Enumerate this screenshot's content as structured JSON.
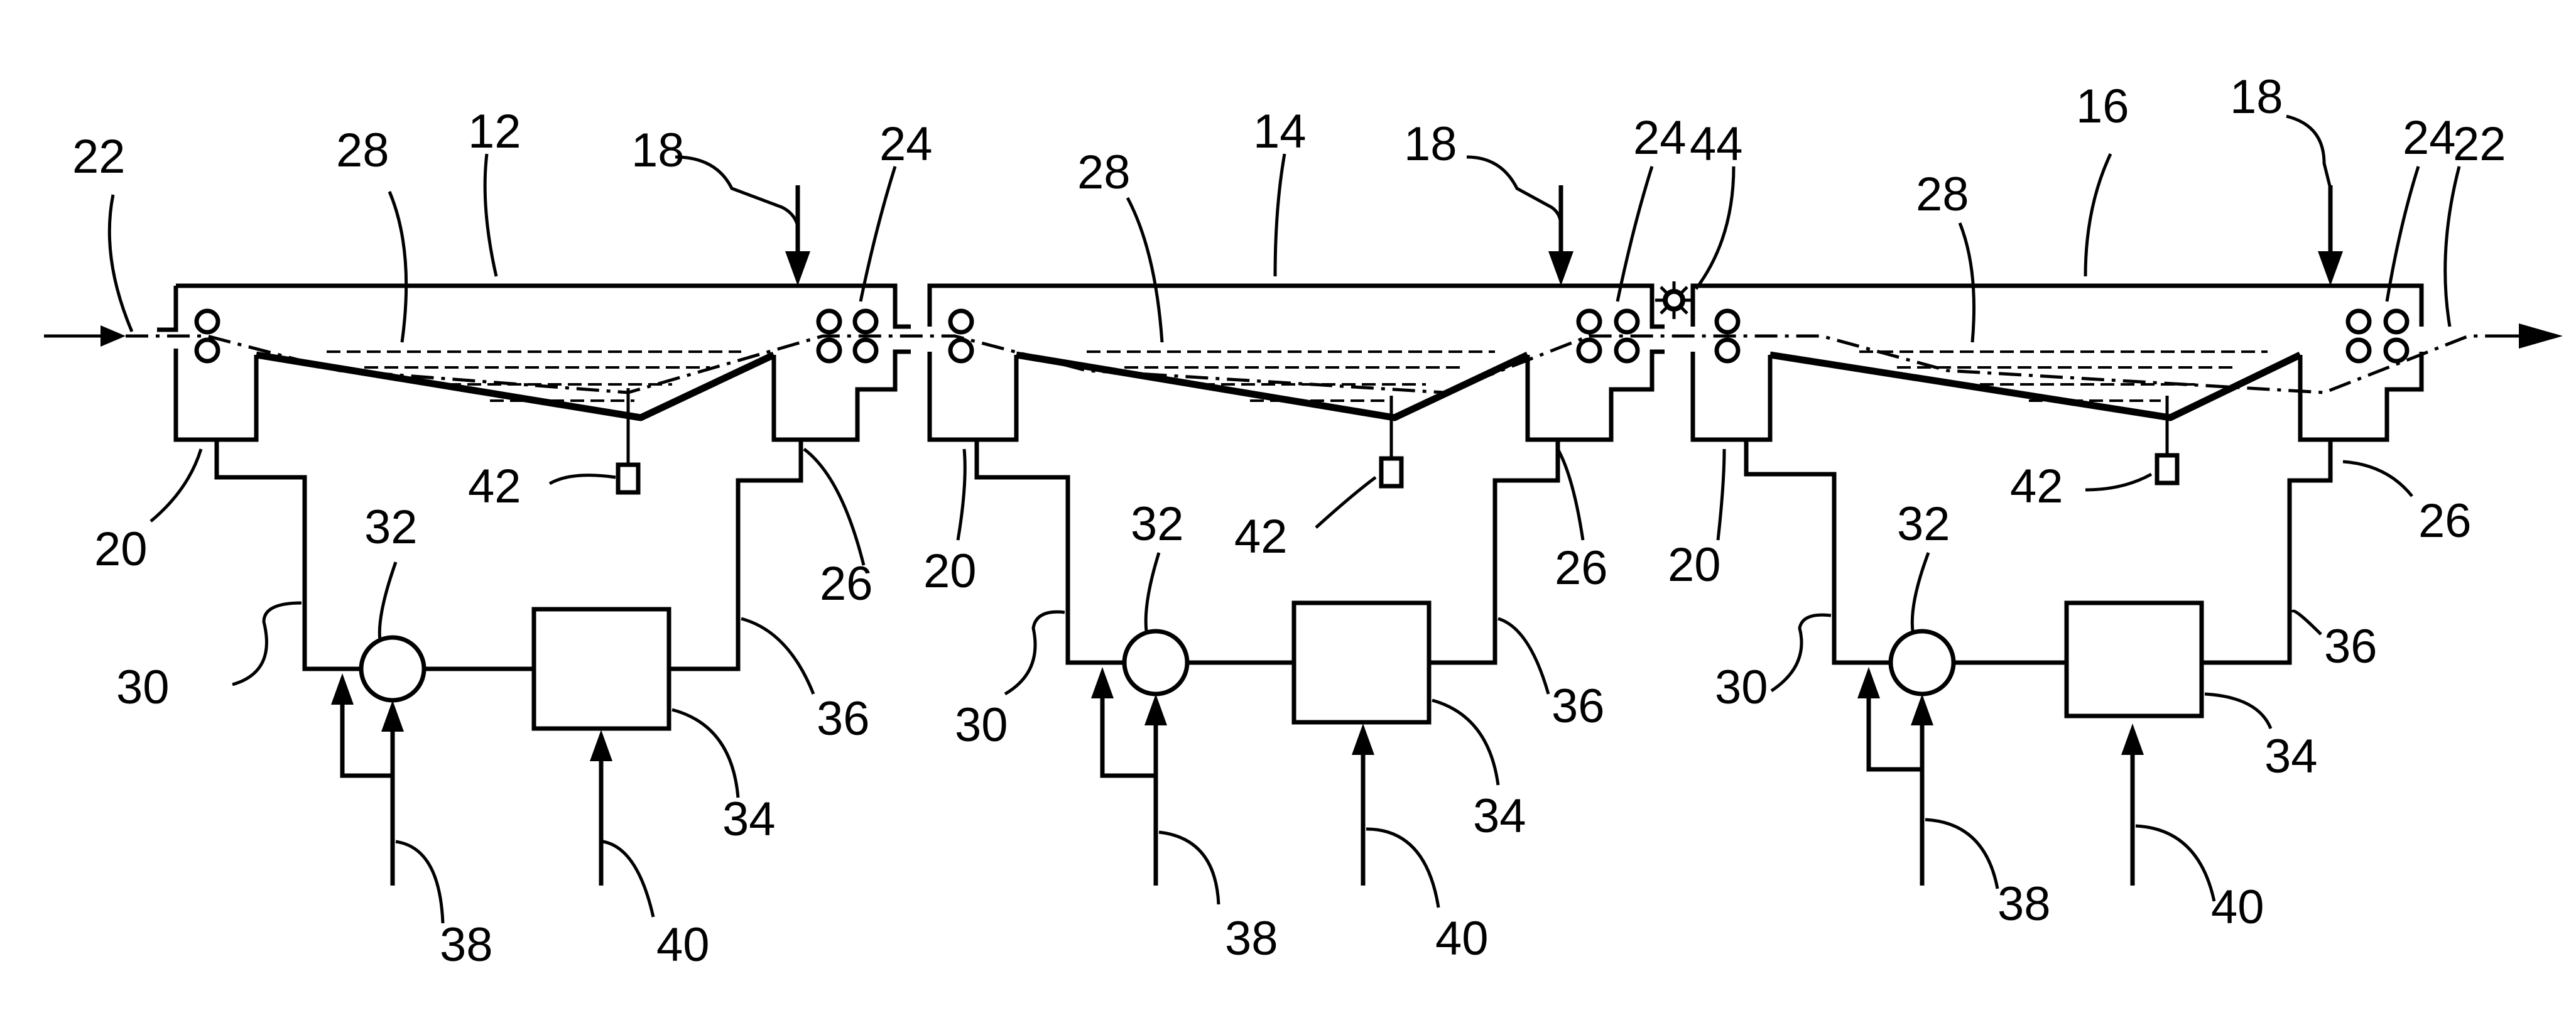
{
  "refs": {
    "tank_a": "12",
    "tank_b": "14",
    "tank_c": "16",
    "feed": "18",
    "inlet_chamber": "20",
    "strip": "22",
    "rolls": "24",
    "outlet_chamber": "26",
    "bath": "28",
    "return_line": "30",
    "pump": "32",
    "conditioner": "34",
    "supply_line": "36",
    "makeup_a": "38",
    "makeup_b": "40",
    "sensor": "42",
    "device": "44"
  }
}
